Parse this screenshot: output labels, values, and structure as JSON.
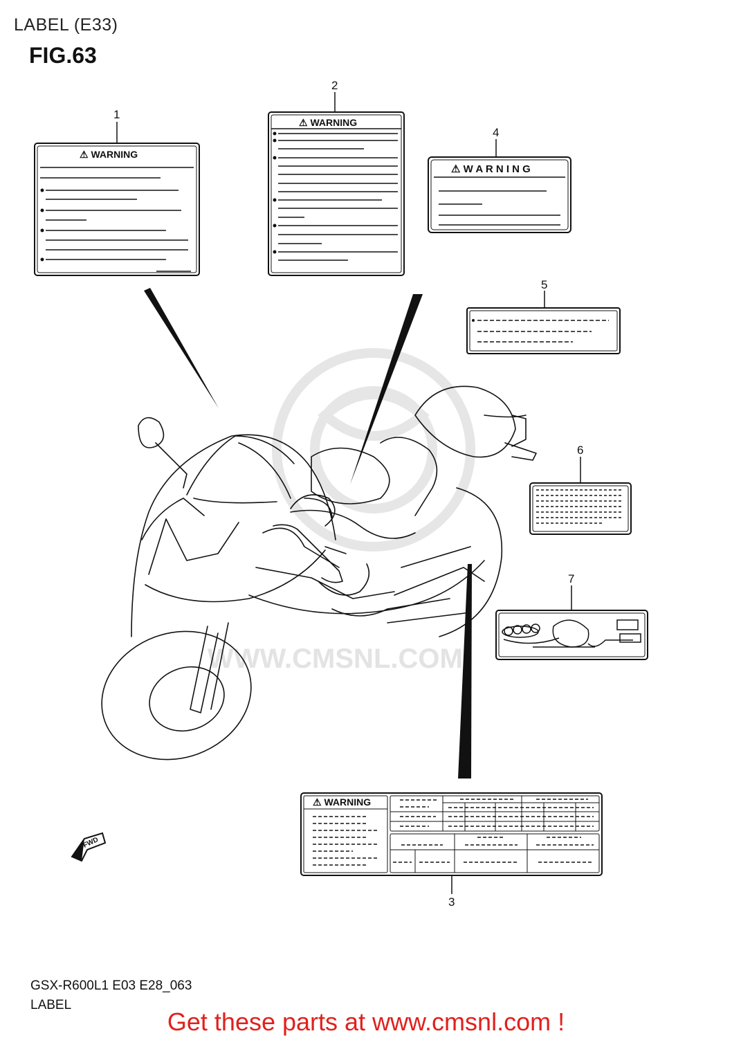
{
  "header": {
    "page_title": "LABEL (E33)",
    "figure_title": "FIG.63"
  },
  "callouts": {
    "c1": "1",
    "c2": "2",
    "c3": "3",
    "c4": "4",
    "c5": "5",
    "c6": "6",
    "c7": "7"
  },
  "labels": {
    "warning_text": "WARNING",
    "warning_text_spaced": "W A R N I N G",
    "fwd_text": "FWD"
  },
  "watermark": {
    "text": "WWW.CMSNL.COM"
  },
  "footer": {
    "model_code": "GSX-R600L1 E03 E28_063",
    "section_name": "LABEL",
    "promo_text": "Get these parts at www.cmsnl.com !"
  },
  "colors": {
    "promo": "#e0211d",
    "line": "#111111",
    "watermark": "#e3e3e3"
  }
}
